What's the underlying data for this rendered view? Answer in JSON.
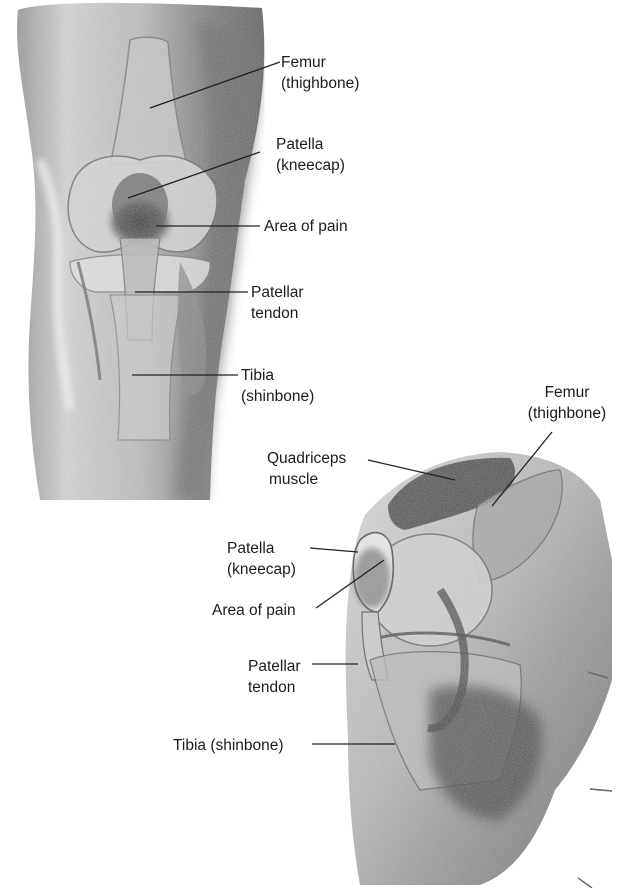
{
  "front_view": {
    "labels": {
      "femur": "Femur",
      "femur_sub": "(thighbone)",
      "patella": "Patella",
      "patella_sub": "(kneecap)",
      "pain": "Area of pain",
      "tendon": "Patellar",
      "tendon_sub": "tendon",
      "tibia": "Tibia",
      "tibia_sub": "(shinbone)"
    }
  },
  "side_view": {
    "labels": {
      "femur": "Femur",
      "femur_sub": "(thighbone)",
      "quad": "Quadriceps",
      "quad_sub": "muscle",
      "patella": "Patella",
      "patella_sub": "(kneecap)",
      "pain": "Area of pain",
      "tendon": "Patellar",
      "tendon_sub": "tendon",
      "tibia": "Tibia (shinbone)"
    }
  },
  "colors": {
    "ink": "#1c1c1c",
    "shade_dark": "#4a4a4a",
    "shade_mid": "#8c8c8c",
    "shade_light": "#c9c9c9"
  }
}
